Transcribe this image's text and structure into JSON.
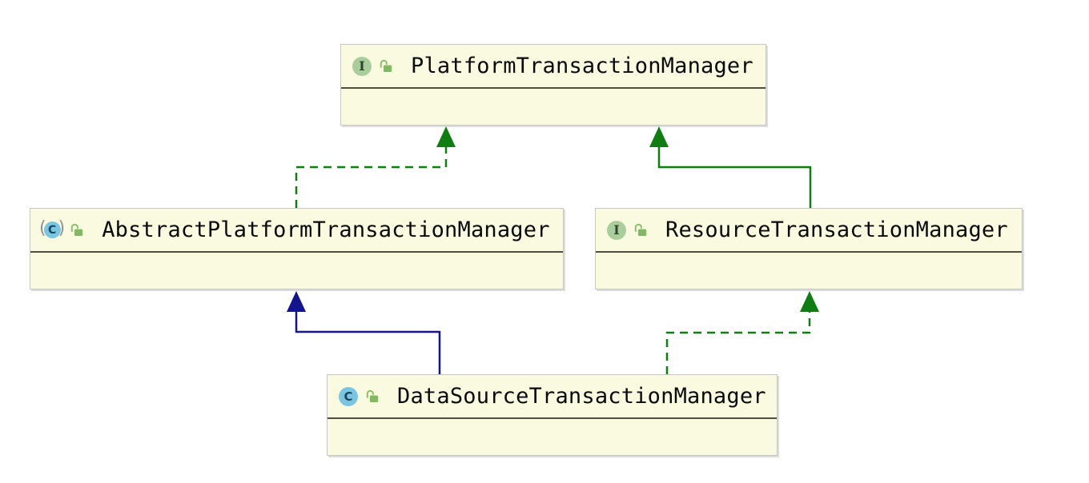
{
  "diagram": {
    "title": "UML class diagram — Spring transaction managers",
    "colors": {
      "background": "#FFFFFF",
      "node_fill": "#FAFAE1",
      "node_border": "#C6C6C6",
      "divider": "#514E41",
      "green_edge": "#107D12",
      "navy_edge": "#14148C",
      "interface_icon_bg": "#A9CE9B",
      "class_icon_bg": "#7AC6E2",
      "lock_green": "#82BA64"
    },
    "icon_glyphs": {
      "interface_letter": "I",
      "class_letter": "C",
      "abstract_open_paren": "(",
      "abstract_close_paren": ")"
    },
    "nodes": [
      {
        "id": "PlatformTransactionManager",
        "label": "PlatformTransactionManager",
        "kind": "interface"
      },
      {
        "id": "AbstractPlatformTransactionManager",
        "label": "AbstractPlatformTransactionManager",
        "kind": "abstract-class"
      },
      {
        "id": "ResourceTransactionManager",
        "label": "ResourceTransactionManager",
        "kind": "interface"
      },
      {
        "id": "DataSourceTransactionManager",
        "label": "DataSourceTransactionManager",
        "kind": "class"
      }
    ],
    "edges": [
      {
        "from": "AbstractPlatformTransactionManager",
        "to": "PlatformTransactionManager",
        "type": "realization",
        "style": "dashed",
        "color": "#107D12"
      },
      {
        "from": "ResourceTransactionManager",
        "to": "PlatformTransactionManager",
        "type": "generalization",
        "style": "solid",
        "color": "#107D12"
      },
      {
        "from": "DataSourceTransactionManager",
        "to": "AbstractPlatformTransactionManager",
        "type": "generalization",
        "style": "solid",
        "color": "#14148C"
      },
      {
        "from": "DataSourceTransactionManager",
        "to": "ResourceTransactionManager",
        "type": "realization",
        "style": "dashed",
        "color": "#107D12"
      }
    ]
  }
}
